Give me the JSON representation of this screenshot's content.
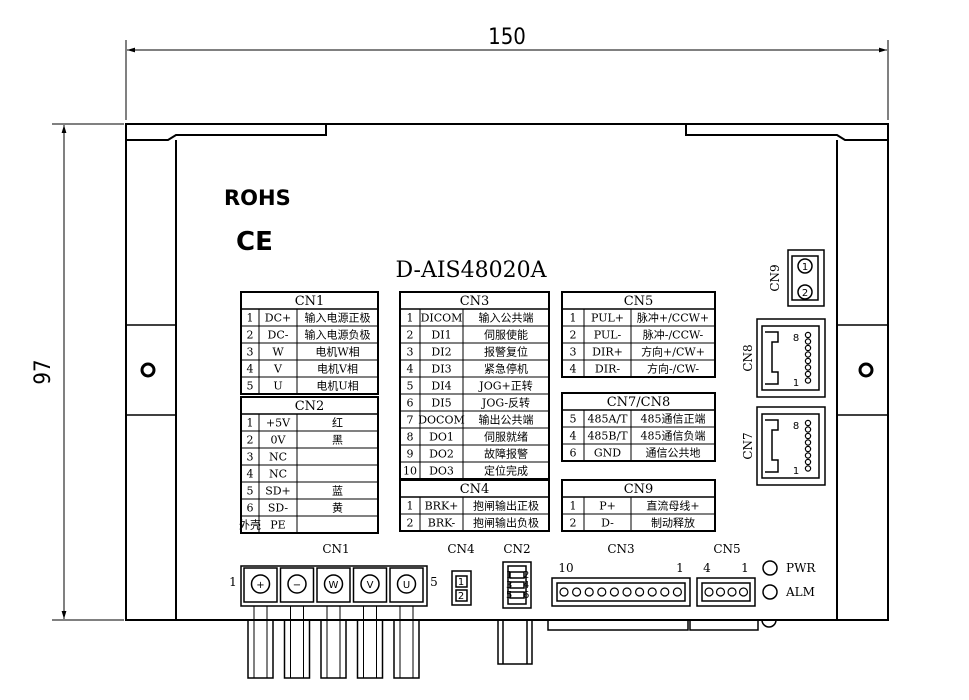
{
  "dimensions": {
    "width": "150",
    "height": "97"
  },
  "logos": {
    "rohs": "ROHS",
    "ce": "CE"
  },
  "model": "D-AIS48020A",
  "tables": {
    "cn1": {
      "title": "CN1",
      "rows": [
        [
          "1",
          "DC+",
          "输入电源正极"
        ],
        [
          "2",
          "DC-",
          "输入电源负极"
        ],
        [
          "3",
          "W",
          "电机W相"
        ],
        [
          "4",
          "V",
          "电机V相"
        ],
        [
          "5",
          "U",
          "电机U相"
        ]
      ]
    },
    "cn2": {
      "title": "CN2",
      "rows": [
        [
          "1",
          "+5V",
          "红"
        ],
        [
          "2",
          "0V",
          "黑"
        ],
        [
          "3",
          "NC",
          ""
        ],
        [
          "4",
          "NC",
          ""
        ],
        [
          "5",
          "SD+",
          "蓝"
        ],
        [
          "6",
          "SD-",
          "黄"
        ],
        [
          "外壳",
          "PE",
          ""
        ]
      ]
    },
    "cn3": {
      "title": "CN3",
      "rows": [
        [
          "1",
          "DICOM",
          "输入公共端"
        ],
        [
          "2",
          "DI1",
          "伺服使能"
        ],
        [
          "3",
          "DI2",
          "报警复位"
        ],
        [
          "4",
          "DI3",
          "紧急停机"
        ],
        [
          "5",
          "DI4",
          "JOG+正转"
        ],
        [
          "6",
          "DI5",
          "JOG-反转"
        ],
        [
          "7",
          "DOCOM",
          "输出公共端"
        ],
        [
          "8",
          "DO1",
          "伺服就绪"
        ],
        [
          "9",
          "DO2",
          "故障报警"
        ],
        [
          "10",
          "DO3",
          "定位完成"
        ]
      ]
    },
    "cn4": {
      "title": "CN4",
      "rows": [
        [
          "1",
          "BRK+",
          "抱闸输出正极"
        ],
        [
          "2",
          "BRK-",
          "抱闸输出负极"
        ]
      ]
    },
    "cn5": {
      "title": "CN5",
      "rows": [
        [
          "1",
          "PUL+",
          "脉冲+/CCW+"
        ],
        [
          "2",
          "PUL-",
          "脉冲-/CCW-"
        ],
        [
          "3",
          "DIR+",
          "方向+/CW+"
        ],
        [
          "4",
          "DIR-",
          "方向-/CW-"
        ]
      ]
    },
    "cn78": {
      "title": "CN7/CN8",
      "rows": [
        [
          "5",
          "485A/T",
          "485通信正端"
        ],
        [
          "4",
          "485B/T",
          "485通信负端"
        ],
        [
          "6",
          "GND",
          "通信公共地"
        ]
      ]
    },
    "cn9": {
      "title": "CN9",
      "rows": [
        [
          "1",
          "P+",
          "直流母线+"
        ],
        [
          "2",
          "D-",
          "制动释放"
        ]
      ]
    }
  },
  "side_connectors": {
    "cn9": {
      "label": "CN9",
      "pins": [
        "1",
        "2"
      ]
    },
    "cn8": {
      "label": "CN8",
      "pin_top": "8",
      "pin_bottom": "1"
    },
    "cn7": {
      "label": "CN7",
      "pin_top": "8",
      "pin_bottom": "1"
    }
  },
  "bottom": {
    "cn1": {
      "label": "CN1",
      "left_pin": "1",
      "right_pin": "5",
      "terminals": [
        "+",
        "−",
        "W",
        "V",
        "U"
      ]
    },
    "cn4": {
      "label": "CN4",
      "pins": [
        "1",
        "2"
      ]
    },
    "cn2": {
      "label": "CN2",
      "pins_left": [
        "1",
        "3",
        "5"
      ],
      "pins_right": [
        "2",
        "4",
        "6"
      ]
    },
    "cn3": {
      "label": "CN3",
      "pin_left": "10",
      "pin_right": "1"
    },
    "cn5": {
      "label": "CN5",
      "pin_left": "4",
      "pin_right": "1"
    },
    "leds": [
      "PWR",
      "ALM"
    ]
  }
}
